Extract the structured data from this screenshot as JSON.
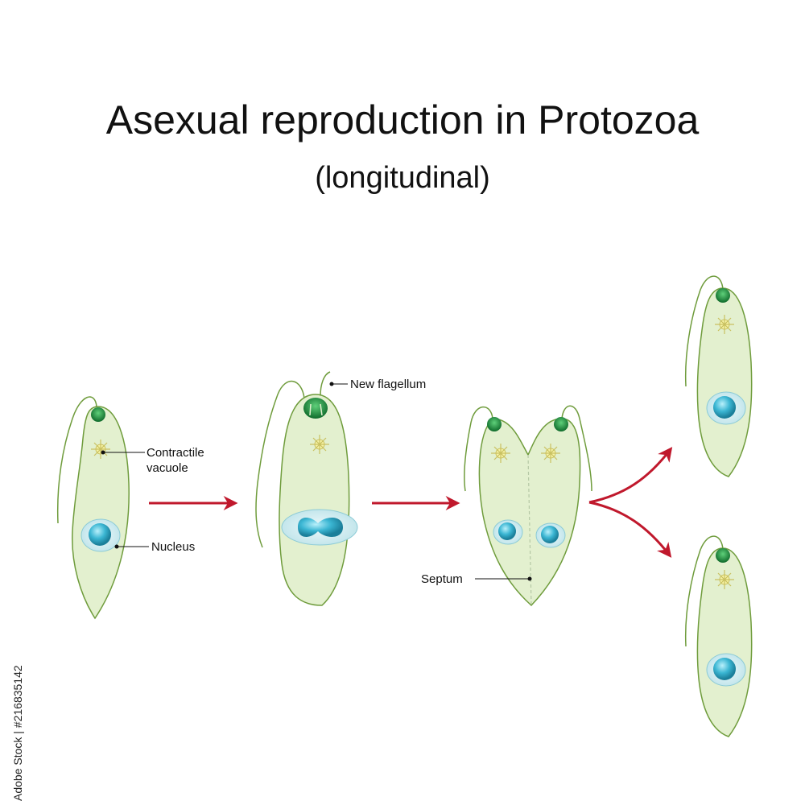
{
  "title": "Asexual reproduction in Protozoa",
  "subtitle": "(longitudinal)",
  "labels": {
    "contractile_line1": "Contractile",
    "contractile_line2": "vacuole",
    "nucleus": "Nucleus",
    "new_flagellum": "New flagellum",
    "septum": "Septum"
  },
  "watermark_text": "Adobe Stock | #216835142",
  "colors": {
    "cell_fill": "#e3f0cf",
    "cell_stroke": "#6f9c3c",
    "nucleus": "#3bb6d3",
    "eyespot": "#1f8a3a",
    "arrow": "#c0182c"
  }
}
